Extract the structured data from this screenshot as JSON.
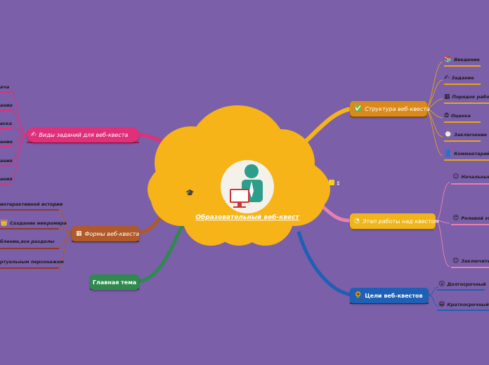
{
  "center": {
    "title": "Образовательный веб-квест",
    "icon": "teacher-icon"
  },
  "branches": {
    "structure": {
      "label": "Структура веб-квеста",
      "icon": "check-circle-icon",
      "color": "#d98a1a"
    },
    "stages": {
      "label": "Этап работы над квестом",
      "icon": "pie-icon",
      "color": "#f0b51a"
    },
    "goals": {
      "label": "Цели веб-квестов",
      "icon": "sunflower-icon",
      "color": "#1f5fb5"
    },
    "task_types": {
      "label": "Виды заданий для веб-квеста",
      "icon": "writing-hand-icon",
      "color": "#e0307a"
    },
    "forms": {
      "label": "Формы веб-квеста",
      "icon": "grid-icon",
      "color": "#b05a2a"
    },
    "main_topic": {
      "label": "Главная тема",
      "color": "#2e8a4e"
    }
  },
  "structure_items": [
    "Введение",
    "Задание",
    "Порядок работы",
    "Оценка",
    "Заключение",
    "Комментарий о"
  ],
  "stage_items": [
    "Начальный",
    "Ролевой эт",
    "Заключитель"
  ],
  "goal_items": [
    "Долгосрочный",
    "Краткосрочный"
  ],
  "task_items": [
    "ача",
    "ание",
    "еска",
    "ение",
    "ания",
    "ания"
  ],
  "form_items": [
    "интерактивной истории",
    "Создание микромира",
    "бление,все разделы",
    "ртуальным персонажем"
  ],
  "colors": {
    "background": "#7b5fa8",
    "cloud": "#f6b418"
  }
}
